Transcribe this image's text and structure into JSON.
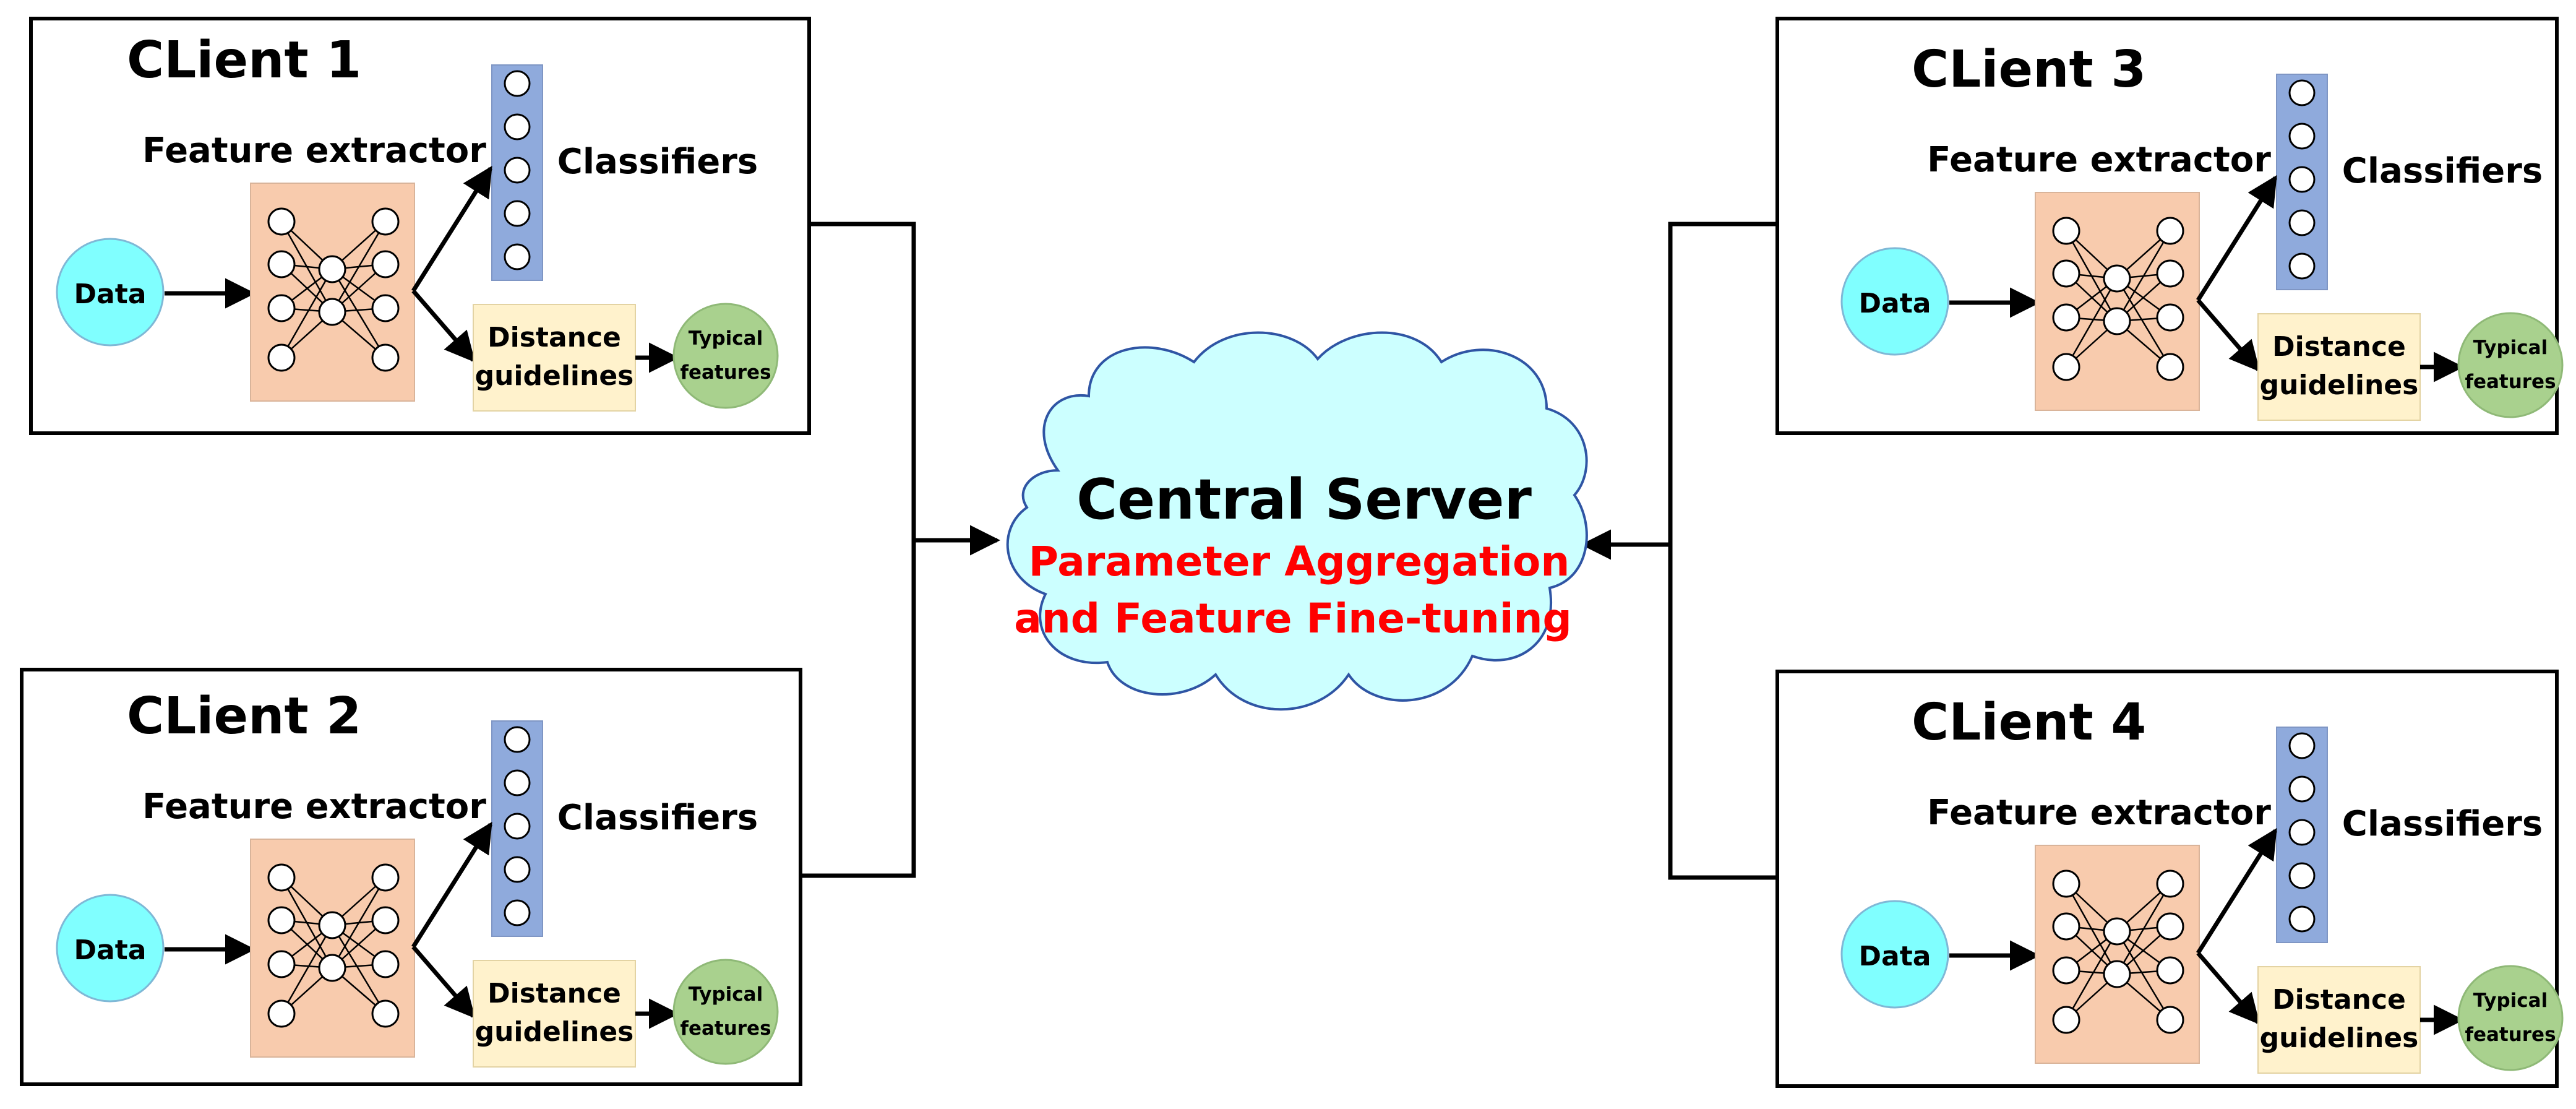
{
  "server": {
    "title": "Central Server",
    "line1": "Parameter Aggregation",
    "line2": "and Feature Fine-tuning"
  },
  "clients": [
    {
      "title": "CLient 1",
      "feature_extractor": "Feature extractor",
      "classifiers": "Classifiers",
      "data": "Data",
      "distance_1": "Distance",
      "distance_2": "guidelines",
      "typical_1": "Typical",
      "typical_2": "features"
    },
    {
      "title": "CLient 2",
      "feature_extractor": "Feature extractor",
      "classifiers": "Classifiers",
      "data": "Data",
      "distance_1": "Distance",
      "distance_2": "guidelines",
      "typical_1": "Typical",
      "typical_2": "features"
    },
    {
      "title": "CLient 3",
      "feature_extractor": "Feature extractor",
      "classifiers": "Classifiers",
      "data": "Data",
      "distance_1": "Distance",
      "distance_2": "guidelines",
      "typical_1": "Typical",
      "typical_2": "features"
    },
    {
      "title": "CLient 4",
      "feature_extractor": "Feature extractor",
      "classifiers": "Classifiers",
      "data": "Data",
      "distance_1": "Distance",
      "distance_2": "guidelines",
      "typical_1": "Typical",
      "typical_2": "features"
    }
  ],
  "colors": {
    "data_node": "#80ffff",
    "extractor_bg": "#f8cbad",
    "classifier_bg": "#8faadc",
    "distance_bg": "#fff2cc",
    "typical_bg": "#a9d18e",
    "cloud_fill": "#ccffff",
    "cloud_stroke": "#2f55a4",
    "server_accent": "#ff0000"
  }
}
